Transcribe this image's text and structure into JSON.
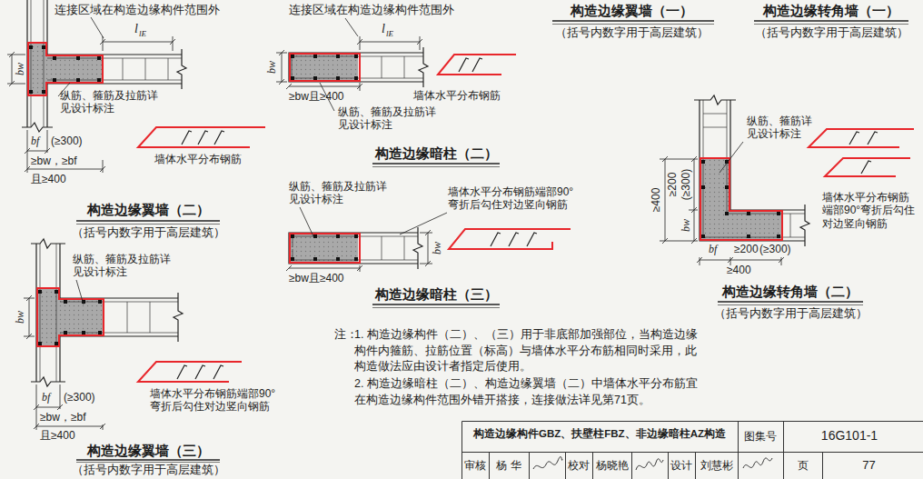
{
  "diagram": {
    "title": "构造边缘构件GBZ、扶壁柱FBZ、非边缘暗柱AZ构造",
    "labels": [
      "连接区域在构造边缘构件范围外",
      "l",
      "lE",
      "bw",
      "纵筋、箍筋及拉筋详见设计标注",
      "bf",
      "(≥300)",
      "≥bw，≥bf",
      "且≥400",
      "墙体水平分布钢筋",
      "构造边缘翼墙（二）",
      "（括号内数字用于高层建筑）",
      "连接区域在构造边缘构件范围外",
      "l",
      "lE",
      "bw",
      "≥bw且≥400",
      "纵筋、箍筋及拉筋详见设计标注",
      "墙体水平分布钢筋",
      "构造边缘暗柱（二）",
      "构造边缘翼墙（一）",
      "（括号内数字用于高层建筑）",
      "构造边缘转角墙（一）",
      "（括号内数字用于高层建筑）",
      "纵筋、箍筋及拉筋详见设计标注",
      "墙体水平分布钢筋端部90°弯折后勾住对边竖向钢筋",
      "bw",
      "≥bw且≥400",
      "构造边缘暗柱（三）",
      "纵筋、箍筋详见设计标注",
      "≥400",
      "≥200",
      "(≥300)",
      "bw",
      "bf",
      "≥200",
      "(≥300)",
      "≥400",
      "墙体水平分布钢筋端部90°弯折后勾住对边竖向钢筋",
      "构造边缘转角墙（二）",
      "（括号内数字用于高层建筑）",
      "纵筋、箍筋及拉筋详见设计标注",
      "bw",
      "墙体水平分布钢筋端部90°弯折后勾住对边竖向钢筋",
      "bf",
      "(≥300)",
      "≥bw，≥bf",
      "且≥400",
      "构造边缘翼墙（三）",
      "（括号内数字用于高层建筑）",
      "注：",
      "1. 构造边缘构件（二）、（三）用于非底部加强部位，当构造边缘构件内箍筋、拉筋位置（标高）与墙体水平分布筋相同时采用，此构造做法应由设计者指定后使用。",
      "2. 构造边缘暗柱（二）、构造边缘翼墙（二）中墙体水平分布筋宜在构造边缘构件范围外错开搭接，连接做法详见第71页。",
      "图集号",
      "16G101-1",
      "审核",
      "杨 华",
      "校对",
      "杨晓艳",
      "设计",
      "刘慧彬",
      "页",
      "77"
    ]
  }
}
